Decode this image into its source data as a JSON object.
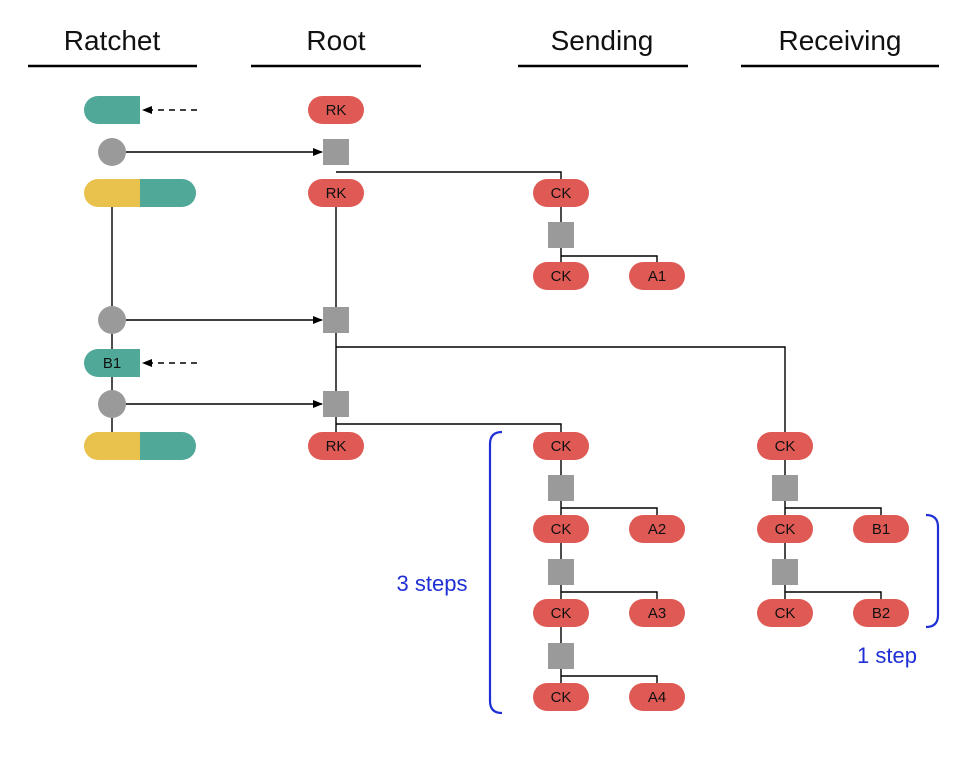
{
  "headers": {
    "ratchet": "Ratchet",
    "root": "Root",
    "sending": "Sending",
    "receiving": "Receiving"
  },
  "nodes": {
    "rk": "RK",
    "ck": "CK",
    "a1": "A1",
    "a2": "A2",
    "a3": "A3",
    "a4": "A4",
    "b1": "B1",
    "b2": "B2"
  },
  "annotations": {
    "sending_steps": "3 steps",
    "receiving_steps": "1 step"
  },
  "colors": {
    "key_red": "#e05a55",
    "teal": "#4fa898",
    "yellow": "#e9c24e",
    "kdf_gray": "#9a9a9a",
    "annotation_blue": "#1f2fd6"
  }
}
